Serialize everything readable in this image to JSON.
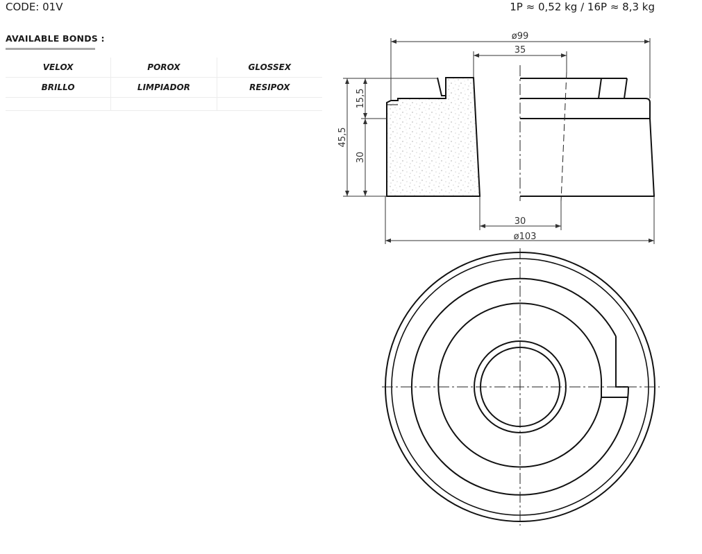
{
  "header": {
    "code": "CODE: 01V",
    "weight": "1P ≈ 0,52 kg / 16P ≈ 8,3 kg"
  },
  "bonds": {
    "title": "AVAILABLE BONDS :",
    "rows": [
      [
        "VELOX",
        "POROX",
        "GLOSSEX"
      ],
      [
        "BRILLO",
        "LIMPIADOR",
        "RESIPOX"
      ]
    ]
  },
  "dimensions": {
    "d_top": "ø99",
    "bore_top": "35",
    "height_total": "45,5",
    "height_upper": "15,5",
    "height_lower": "30",
    "bore_bottom": "30",
    "d_bottom": "ø103"
  }
}
